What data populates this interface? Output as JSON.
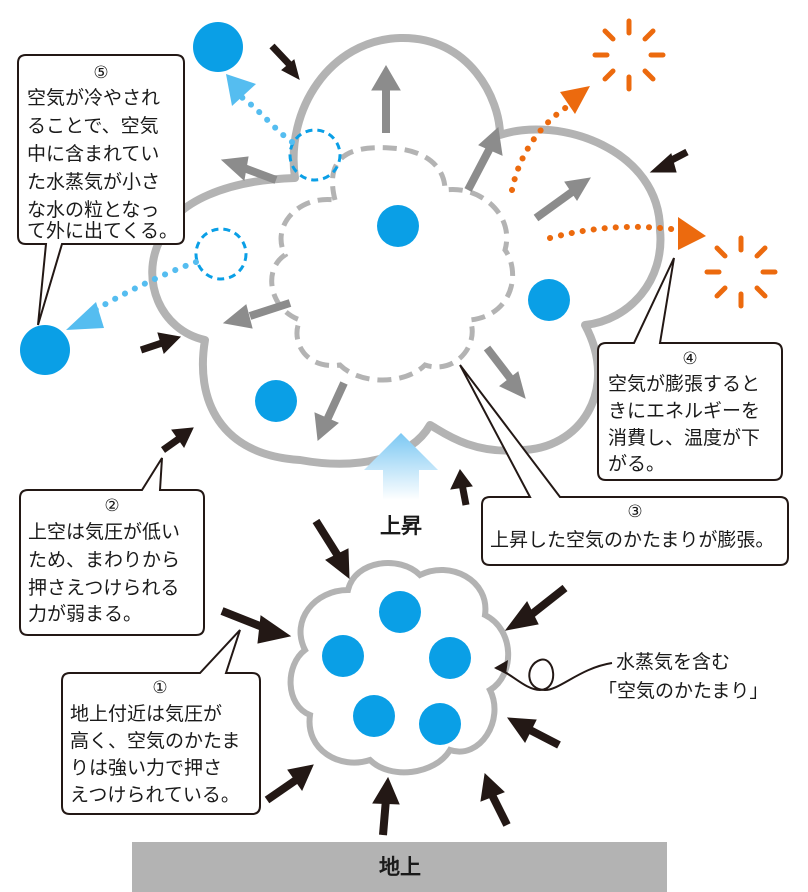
{
  "labels": {
    "rise": "上昇",
    "ground": "地上",
    "parcel_label_line1": "水蒸気を含む",
    "parcel_label_line2": "「空気のかたまり」"
  },
  "callouts": {
    "c1": {
      "number": "①",
      "lines": [
        "地上付近は気圧が",
        "高く、空気のかたま",
        "りは強い力で押さ",
        "えつけられている。"
      ]
    },
    "c2": {
      "number": "②",
      "lines": [
        "上空は気圧が低い",
        "ため、まわりから",
        "押さえつけられる",
        "力が弱まる。"
      ]
    },
    "c3": {
      "number": "③",
      "lines": [
        "上昇した空気のかたまりが膨張。"
      ]
    },
    "c4": {
      "number": "④",
      "lines": [
        "空気が膨張すると",
        "きにエネルギーを",
        "消費し、温度が下",
        "がる。"
      ]
    },
    "c5": {
      "number": "⑤",
      "lines": [
        "空気が冷やされ",
        "ることで、空気",
        "中に含まれてい",
        "た水蒸気が小さ",
        "な水の粒となっ",
        "て外に出てくる。"
      ]
    }
  },
  "colors": {
    "cloud_outline": "#b3b3b3",
    "droplet": "#0a9fe6",
    "droplet_light": "#55bdf0",
    "heat": "#ec6a0e",
    "pressure_arrow": "#231815",
    "expand_arrow": "#8c8c8c",
    "rise_arrow": "#8fd0f5",
    "ground": "#b3b3b3"
  }
}
